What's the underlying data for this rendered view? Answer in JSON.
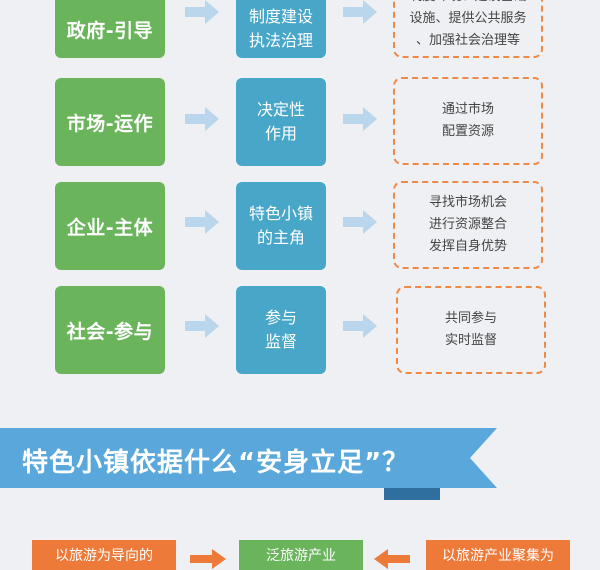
{
  "rows": [
    {
      "role": "政府-引导",
      "function": "制度建设\n执法治理",
      "detail": "制度环境、建设基础\n设施、提供公共服务\n、加强社会治理等"
    },
    {
      "role": "市场-运作",
      "function": "决定性\n作用",
      "detail": "通过市场\n配置资源"
    },
    {
      "role": "企业-主体",
      "function": "特色小镇\n的主角",
      "detail": "寻找市场机会\n进行资源整合\n发挥自身优势"
    },
    {
      "role": "社会-参与",
      "function": "参与\n监督",
      "detail": "共同参与\n实时监督"
    }
  ],
  "banner": {
    "title": "特色小镇依据什么“安身立足”？"
  },
  "bottom": {
    "left": "以旅游为导向的",
    "center": "泛旅游产业",
    "right": "以旅游产业聚集为"
  },
  "colors": {
    "green": "#6ab45c",
    "blue": "#48a6c8",
    "orange": "#ee7a3a",
    "banner": "#5aa8db",
    "banner_dark": "#2f6fa0",
    "arrow": "#b9d6ec"
  }
}
